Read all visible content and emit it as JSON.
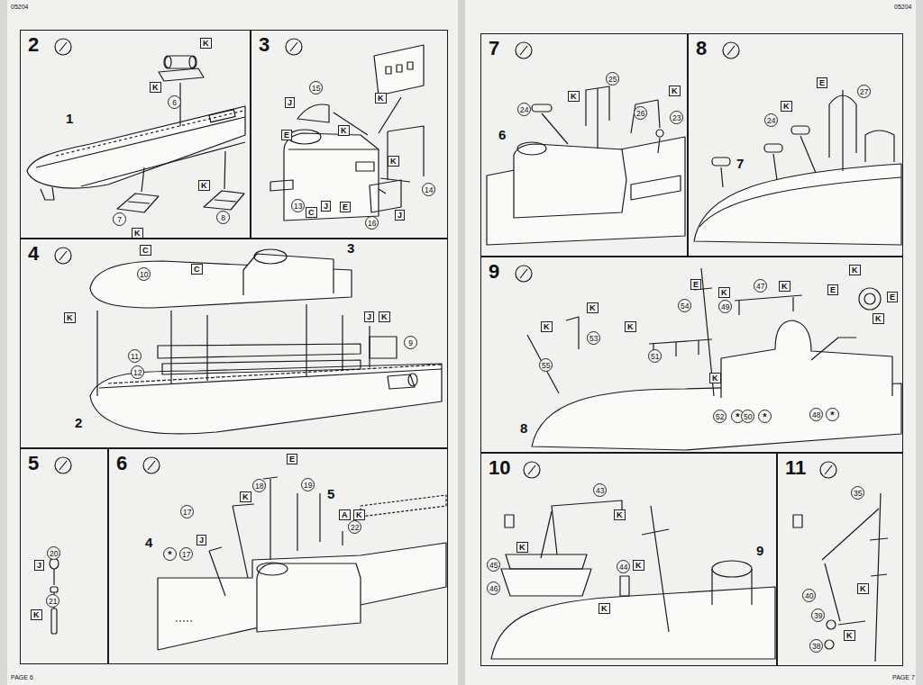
{
  "diagram": {
    "nodes": [
      {
        "text": [
          "2"
        ]
      },
      {
        "text": [
          "3"
        ]
      },
      {
        "text": [
          "4"
        ]
      },
      {
        "text": [
          "5"
        ]
      },
      {
        "text": [
          "6"
        ]
      },
      {
        "text": [
          "7"
        ]
      },
      {
        "text": [
          "8"
        ]
      },
      {
        "text": [
          "9"
        ]
      },
      {
        "text": [
          "10"
        ]
      },
      {
        "text": [
          "11"
        ]
      }
    ],
    "labels": [
      "05204",
      "05204",
      "PAGE 6",
      "PAGE 7",
      "K",
      "K",
      "6",
      "1",
      "7",
      "K",
      "8",
      "K",
      "K",
      "15",
      "J",
      "E",
      "K",
      "K",
      "14",
      "16",
      "J",
      "13",
      "C",
      "J",
      "E",
      "C",
      "10",
      "C",
      "3",
      "K",
      "11",
      "12",
      "J",
      "K",
      "9",
      "2",
      "20",
      "J",
      "21",
      "K",
      "E",
      "18",
      "K",
      "19",
      "5",
      "A",
      "K",
      "22",
      "17",
      "J",
      "*",
      "17",
      "4",
      "K",
      "25",
      "24",
      "26",
      "K",
      "23",
      "6",
      "E",
      "27",
      "24",
      "K",
      "7",
      "E",
      "54",
      "K",
      "49",
      "47",
      "K",
      "K",
      "E",
      "E",
      "K",
      "K",
      "K",
      "53",
      "K",
      "51",
      "55",
      "K",
      "8",
      "52",
      "*",
      "50",
      "*",
      "48",
      "*",
      "43",
      "K",
      "45",
      "K",
      "46",
      "44",
      "K",
      "K",
      "9",
      "35",
      "40",
      "39",
      "K",
      "38",
      "K"
    ]
  }
}
